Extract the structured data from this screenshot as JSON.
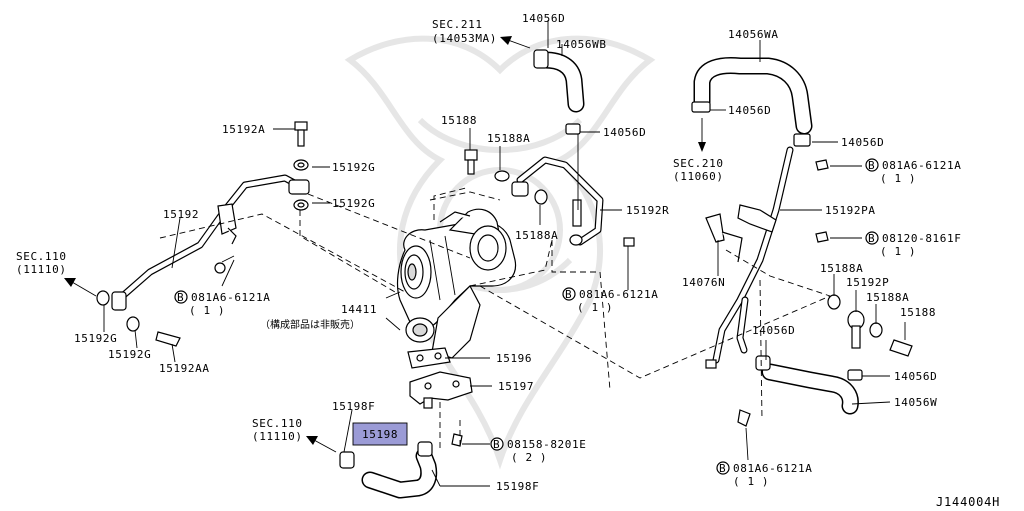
{
  "diagram_id": "J144004H",
  "labels": {
    "p14056D_top": "14056D",
    "sec211": "SEC.211",
    "sec211_ref": "(14053MA)",
    "p14056WB": "14056WB",
    "p14056WA": "14056WA",
    "p14056D_r1": "14056D",
    "p14056D_mid": "14056D",
    "sec210": "SEC.210",
    "sec210_ref": "(11060)",
    "p14056D_r2": "14056D",
    "p15192A": "15192A",
    "p15188_top": "15188",
    "p15188A_top": "15188A",
    "p15192G_a": "15192G",
    "p15192G_b": "15192G",
    "p081A6_right_top": "081A6-6121A",
    "p081A6_right_top_qty": "( 1 )",
    "p15192": "15192",
    "p15192R": "15192R",
    "p15192PA": "15192PA",
    "p15188A_mid": "15188A",
    "p08120": "08120-8161F",
    "p08120_qty": "( 1 )",
    "sec110_left": "SEC.110",
    "sec110_left_ref": "(11110)",
    "p081A6_left": "081A6-6121A",
    "p081A6_left_qty": "( 1 )",
    "p081A6_mid": "081A6-6121A",
    "p081A6_mid_qty": "( 1 )",
    "p14076N": "14076N",
    "p15188A_r": "15188A",
    "p15192P": "15192P",
    "p15188A_r2": "15188A",
    "p15188_r": "15188",
    "p14411": "14411",
    "p14411_note": "（構成部品は非販売）",
    "p15192G_c": "15192G",
    "p15192G_d": "15192G",
    "p15192AA": "15192AA",
    "p15196": "15196",
    "p14056D_low": "14056D",
    "p14056D_low2": "14056D",
    "p15197": "15197",
    "p14056W": "14056W",
    "p15198F_top": "15198F",
    "sec110_bottom": "SEC.110",
    "sec110_bottom_ref": "(11110)",
    "p15198": "15198",
    "p08158": "08158-8201E",
    "p08158_qty": "( 2 )",
    "p15198F_bottom": "15198F",
    "p081A6_bottom": "081A6-6121A",
    "p081A6_bottom_qty": "( 1 )",
    "bolt_symbol": "B"
  },
  "colors": {
    "line": "#000000",
    "highlight_fill": "#9b9bd6",
    "watermark": "#e6e6e6"
  }
}
